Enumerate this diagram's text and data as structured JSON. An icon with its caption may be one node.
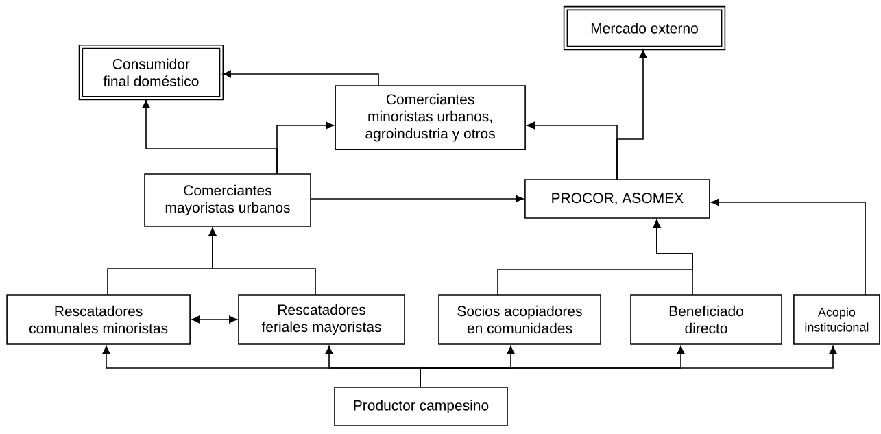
{
  "diagram": {
    "nodes": [
      {
        "text": [
          "Mercado externo"
        ]
      },
      {
        "text": [
          "Consumidor final doméstico"
        ]
      },
      {
        "text": [
          "Comerciantes minoristas urbanos, agroindustria y otros"
        ]
      },
      {
        "text": [
          "PROCOR, ASOMEX"
        ]
      },
      {
        "text": [
          "Comerciantes mayoristas urbanos"
        ]
      },
      {
        "text": [
          "Rescatadores comunales minoristas"
        ]
      },
      {
        "text": [
          "Rescatadores feriales mayoristas"
        ]
      },
      {
        "text": [
          "Socios acopiadores en comunidades"
        ]
      },
      {
        "text": [
          "Beneficiado directo"
        ]
      },
      {
        "text": [
          "Acopio institucional"
        ]
      },
      {
        "text": [
          "Productor campesino"
        ]
      }
    ],
    "edges": [
      {
        "from": 10,
        "to": 5,
        "arrow": "to"
      },
      {
        "from": 10,
        "to": 6,
        "arrow": "to"
      },
      {
        "from": 10,
        "to": 7,
        "arrow": "to"
      },
      {
        "from": 10,
        "to": 8,
        "arrow": "to"
      },
      {
        "from": 10,
        "to": 9,
        "arrow": "to"
      },
      {
        "from": 5,
        "to": 6,
        "arrow": "both"
      },
      {
        "from": 5,
        "to": 4,
        "arrow": "to"
      },
      {
        "from": 6,
        "to": 4,
        "arrow": "to"
      },
      {
        "from": 4,
        "to": 1,
        "arrow": "to"
      },
      {
        "from": 4,
        "to": 2,
        "arrow": "to"
      },
      {
        "from": 4,
        "to": 3,
        "arrow": "to"
      },
      {
        "from": 2,
        "to": 1,
        "arrow": "to"
      },
      {
        "from": 3,
        "to": 2,
        "arrow": "to"
      },
      {
        "from": 3,
        "to": 0,
        "arrow": "to"
      },
      {
        "from": 7,
        "to": 3,
        "arrow": "to"
      },
      {
        "from": 8,
        "to": 3,
        "arrow": "to"
      },
      {
        "from": 9,
        "to": 3,
        "arrow": "to"
      }
    ]
  }
}
